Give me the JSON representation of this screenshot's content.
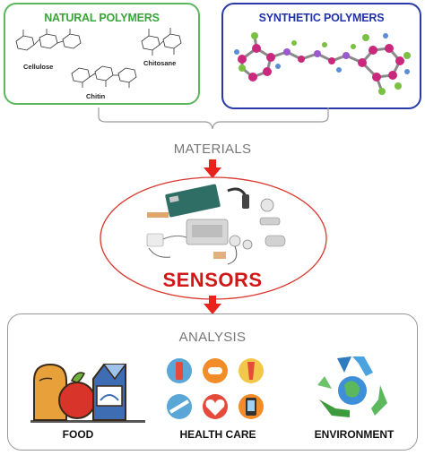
{
  "natural": {
    "title": "NATURAL POLYMERS",
    "labels": {
      "cellulose": "Cellulose",
      "chitin": "Chitin",
      "chitosane": "Chitosane"
    }
  },
  "synthetic": {
    "title": "SYNTHETIC POLYMERS"
  },
  "materials": {
    "label": "MATERIALS"
  },
  "sensors": {
    "label": "SENSORS"
  },
  "analysis": {
    "label": "ANALYSIS",
    "columns": [
      {
        "label": "FOOD",
        "icon": "food-icon"
      },
      {
        "label": "HEALTH CARE",
        "icon": "health-care-icons"
      },
      {
        "label": "ENVIRONMENT",
        "icon": "recycle-globe-icon"
      }
    ]
  },
  "colors": {
    "natural_border": "#5cb85c",
    "synthetic_border": "#2a3aa8",
    "arrow": "#e8231c",
    "sensors_text": "#d01818",
    "ellipse": "#d9352b"
  }
}
